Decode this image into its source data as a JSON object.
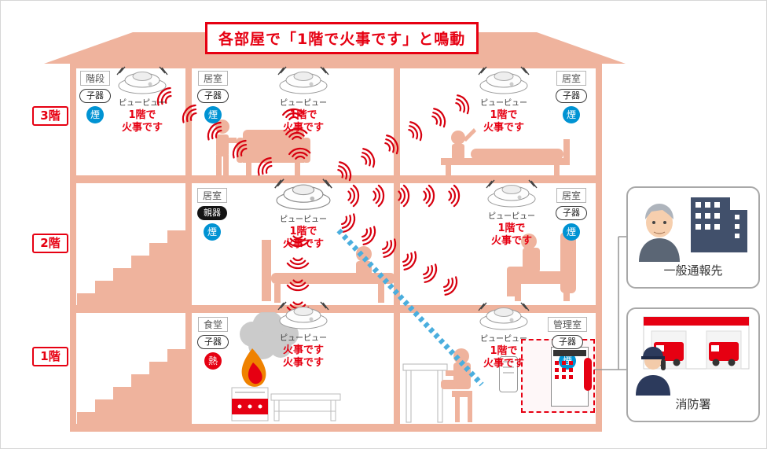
{
  "title": "各部屋で「1階で火事です」と鳴動",
  "floors": [
    {
      "label": "3階"
    },
    {
      "label": "2階"
    },
    {
      "label": "1階"
    }
  ],
  "rooms": [
    {
      "name": "階段",
      "unit": "子器",
      "sensor": "煙",
      "alarm1": "ピューピュー",
      "alarm2": "1階で",
      "alarm3": "火事です"
    },
    {
      "name": "居室",
      "unit": "子器",
      "sensor": "煙",
      "alarm1": "ピューピュー",
      "alarm2": "1階で",
      "alarm3": "火事です"
    },
    {
      "name": "居室",
      "unit": "子器",
      "sensor": "煙",
      "alarm1": "ピューピュー",
      "alarm2": "1階で",
      "alarm3": "火事です"
    },
    {
      "name": "居室",
      "unit": "親器",
      "sensor": "煙",
      "alarm1": "ピューピュー",
      "alarm2": "1階で",
      "alarm3": "火事です"
    },
    {
      "name": "居室",
      "unit": "子器",
      "sensor": "煙",
      "alarm1": "ピューピュー",
      "alarm2": "1階で",
      "alarm3": "火事です"
    },
    {
      "name": "食堂",
      "unit": "子器",
      "sensor": "熱",
      "alarm1": "ピューピュー",
      "alarm2": "火事です",
      "alarm3": "火事です"
    },
    {
      "name": "管理室",
      "unit": "子器",
      "sensor": "煙",
      "alarm1": "ピューピュー",
      "alarm2": "1階で",
      "alarm3": "火事です"
    }
  ],
  "destinations": [
    {
      "label": "一般通報先"
    },
    {
      "label": "消防署"
    }
  ],
  "colors": {
    "accent_red": "#e60012",
    "smoke_blue": "#0093d3",
    "heat_red": "#e60012",
    "house_salmon": "#efb39d",
    "wave_red": "#d7000f",
    "line_blue": "#4aaede"
  }
}
